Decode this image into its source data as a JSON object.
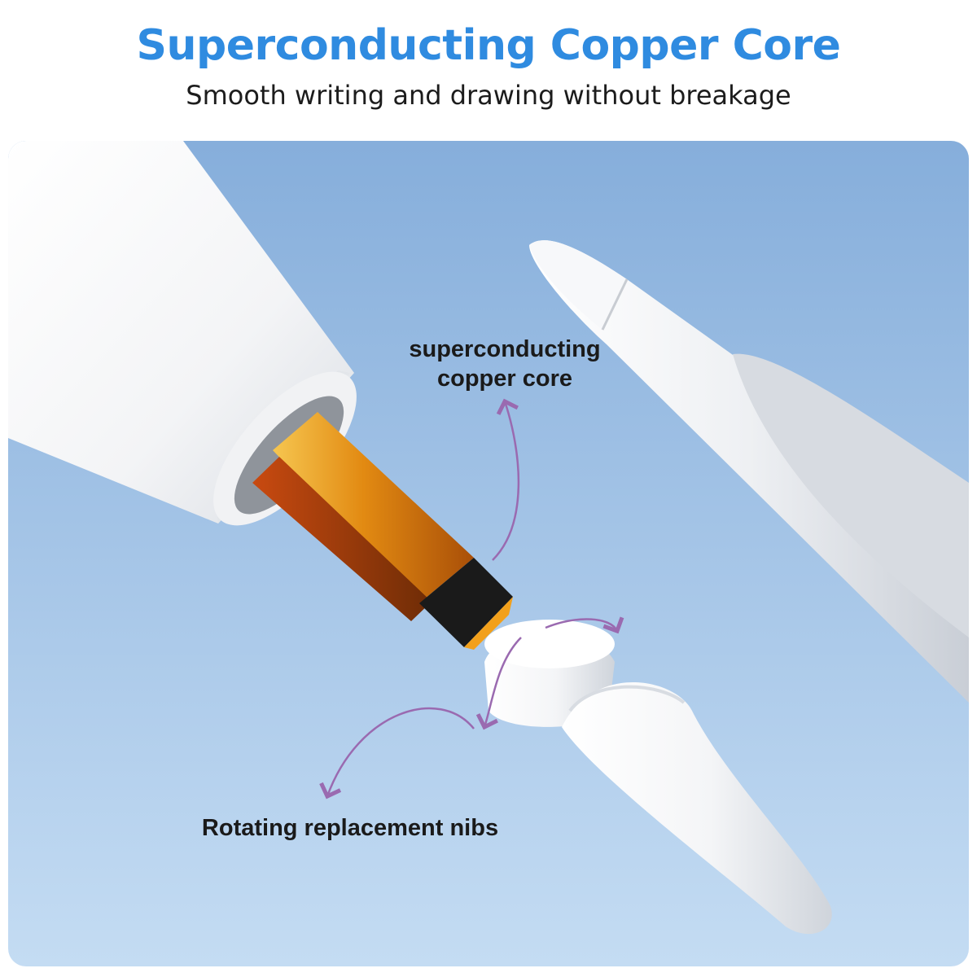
{
  "header": {
    "title": "Superconducting Copper Core",
    "subtitle": "Smooth writing and drawing without breakage"
  },
  "callouts": {
    "core_line1": "superconducting",
    "core_line2": "copper core",
    "nibs": "Rotating replacement nibs"
  },
  "colors": {
    "title": "#2f8be0",
    "background_top": "#86aedb",
    "background_bottom": "#c4dcf3",
    "copper": "#e28a12",
    "arrow": "#9a6ab0"
  }
}
